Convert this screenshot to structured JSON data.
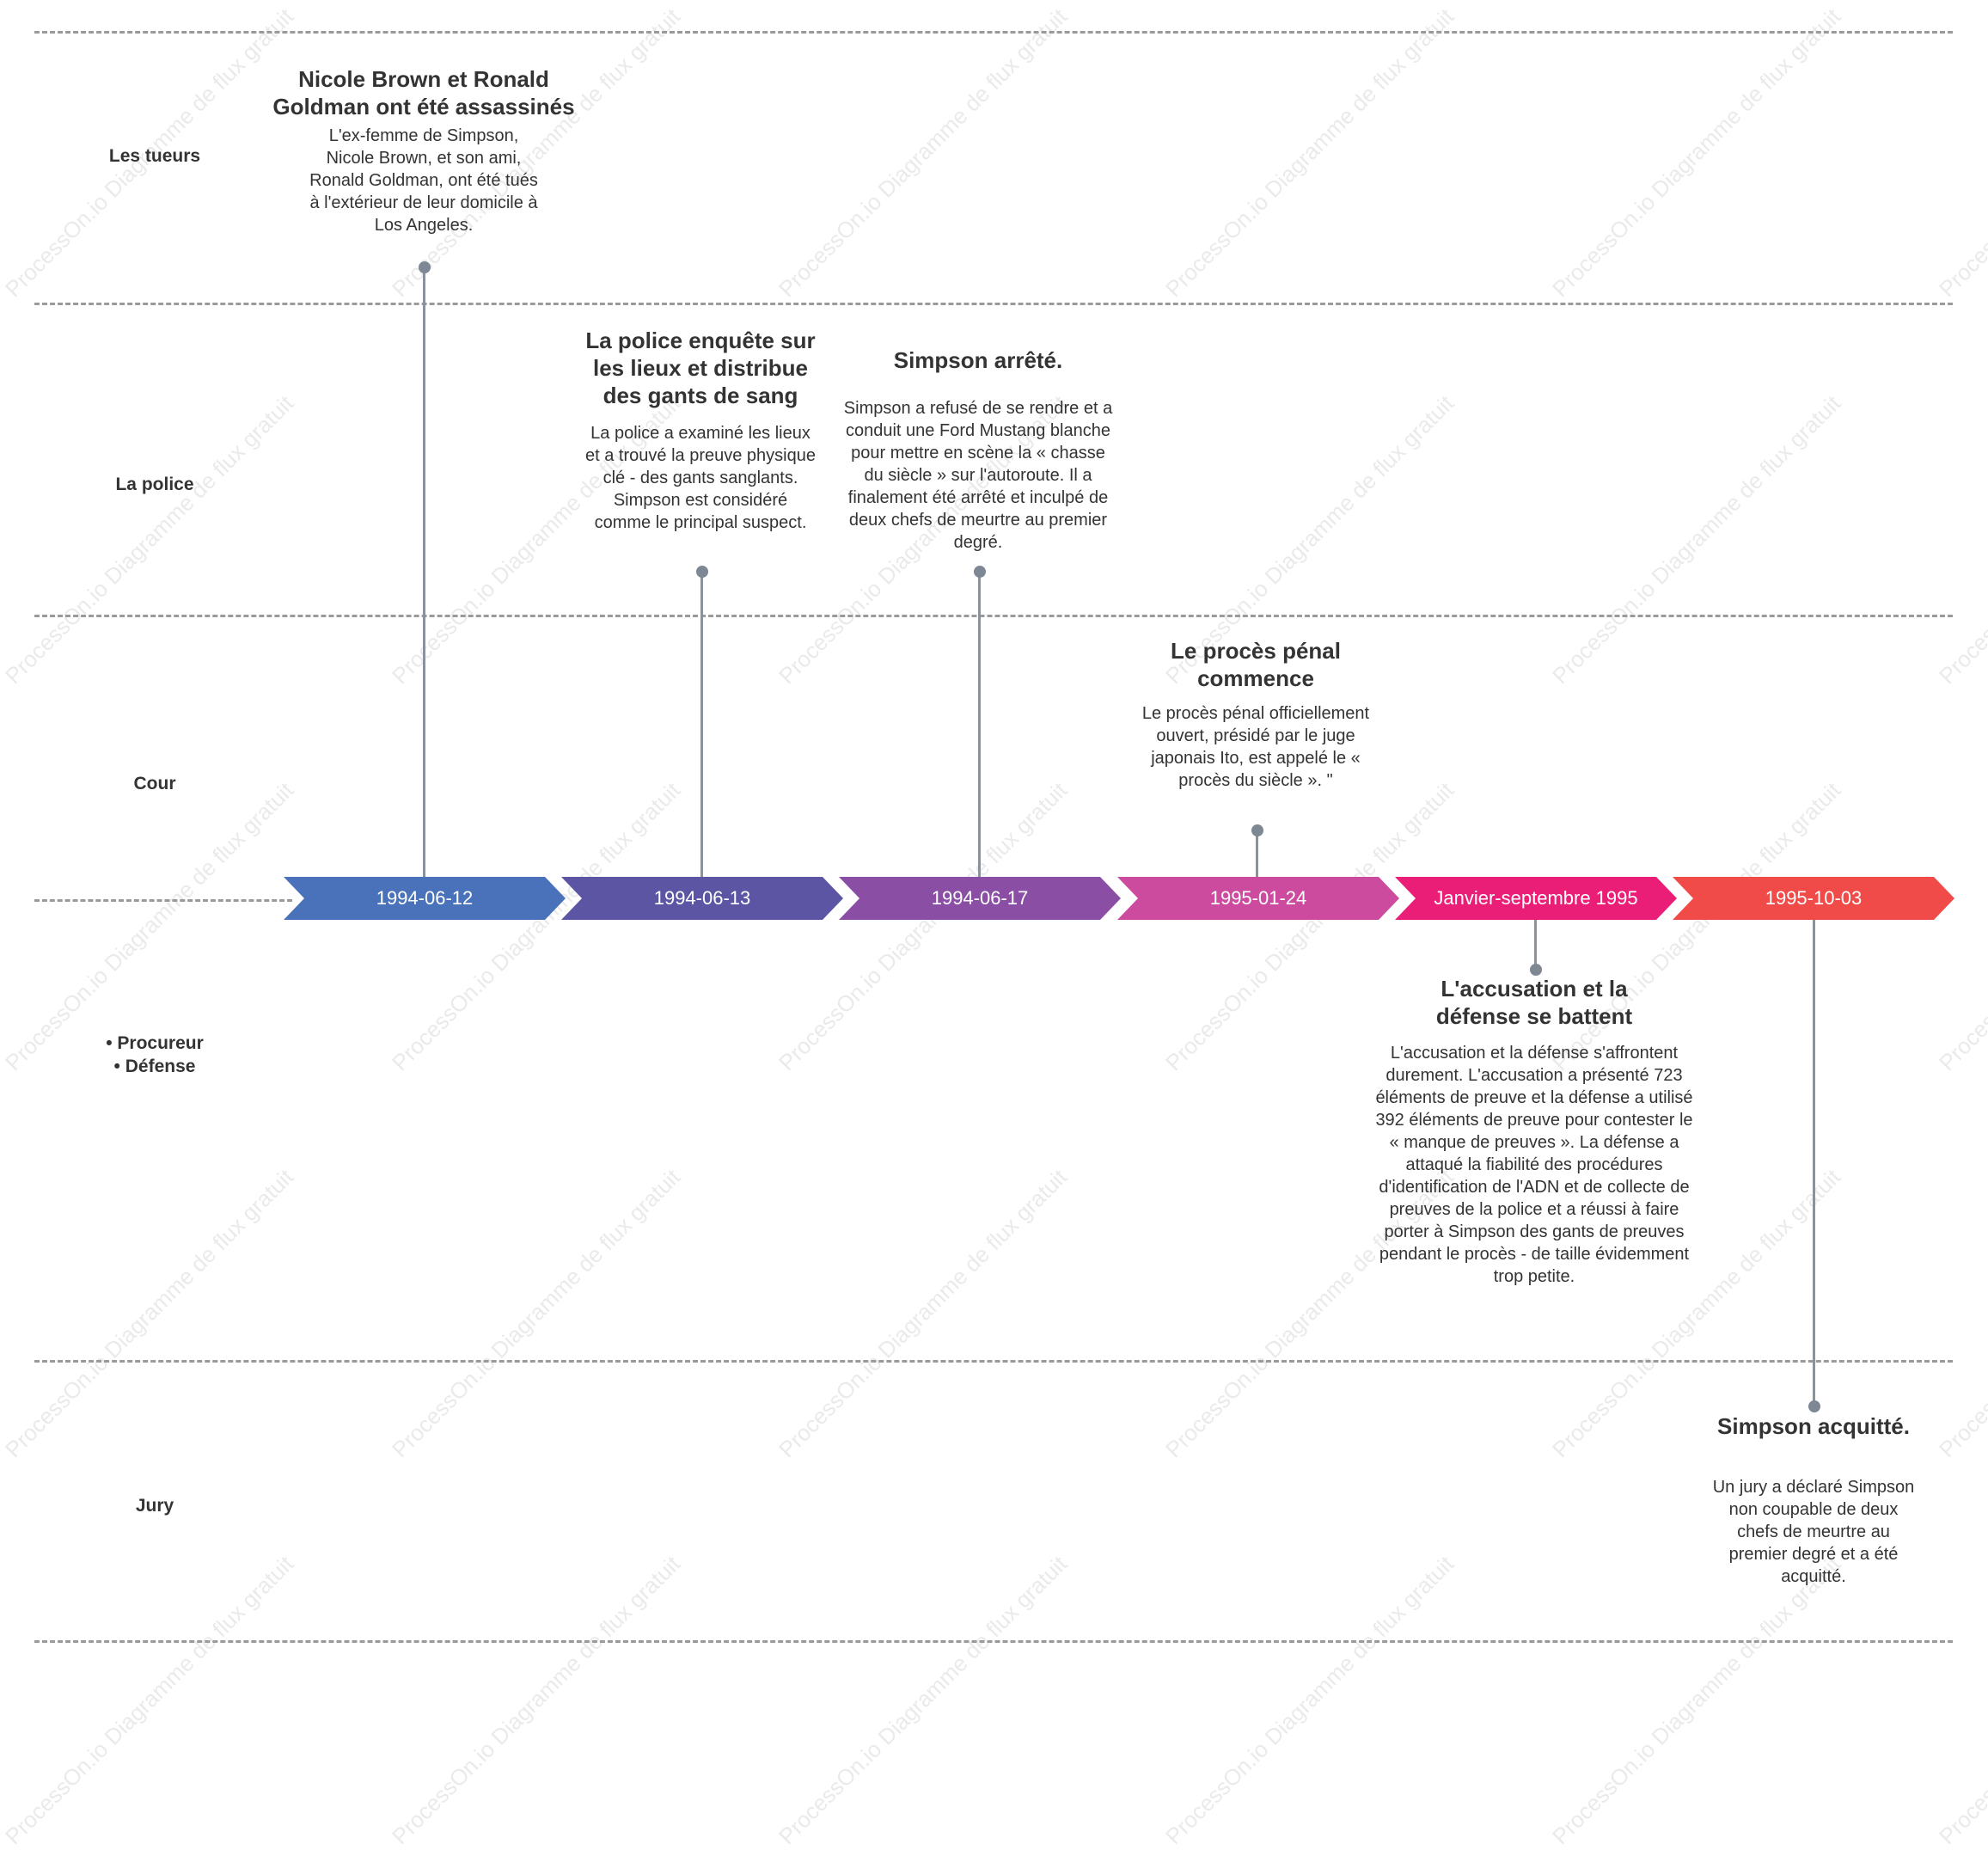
{
  "lanes": [
    {
      "label": "Les tueurs"
    },
    {
      "label": "La police"
    },
    {
      "label": "Cour"
    },
    {
      "label_lines": [
        "•  Procureur",
        "•  Défense"
      ]
    },
    {
      "label": "Jury"
    }
  ],
  "timeline": [
    {
      "date": "1994-06-12",
      "color": "#4a72ba"
    },
    {
      "date": "1994-06-13",
      "color": "#5c55a4"
    },
    {
      "date": "1994-06-17",
      "color": "#8a4fa5"
    },
    {
      "date": "1995-01-24",
      "color": "#cc4b9f"
    },
    {
      "date": "Janvier-septembre 1995",
      "color": "#ea1d77"
    },
    {
      "date": "1995-10-03",
      "color": "#f04b48"
    }
  ],
  "events": [
    {
      "title": "Nicole Brown et Ronald Goldman ont été assassinés",
      "description": "L'ex-femme de Simpson, Nicole Brown, et son ami, Ronald Goldman, ont été tués à l'extérieur de leur domicile à Los Angeles."
    },
    {
      "title": "La police enquête sur les lieux et distribue des gants de sang",
      "description": "La police a examiné les lieux et a trouvé la preuve physique clé - des gants sanglants. Simpson est considéré comme le principal suspect."
    },
    {
      "title": "Simpson arrêté.",
      "description": "Simpson a refusé de se rendre et a conduit une Ford Mustang blanche pour mettre en scène la « chasse du siècle » sur l'autoroute. Il a finalement été arrêté et inculpé de deux chefs de meurtre au premier degré."
    },
    {
      "title": "Le procès pénal commence",
      "description": "Le procès pénal officiellement ouvert, présidé par le juge japonais Ito, est appelé le « procès du siècle ». \""
    },
    {
      "title": "L'accusation et la défense se battent",
      "description": "L'accusation et la défense s'affrontent durement. L'accusation a présenté 723 éléments de preuve et la défense a utilisé 392 éléments de preuve pour contester le « manque de preuves ». La défense a attaqué la fiabilité des procédures d'identification de l'ADN et de collecte de preuves de la police et a réussi à faire porter à Simpson des gants de preuves pendant le procès - de taille évidemment trop petite."
    },
    {
      "title": "Simpson acquitté.",
      "description": "Un jury a déclaré Simpson non coupable de deux chefs de meurtre au premier degré et a été acquitté."
    }
  ],
  "watermark": "ProcessOn.io Diagramme de flux gratuit"
}
